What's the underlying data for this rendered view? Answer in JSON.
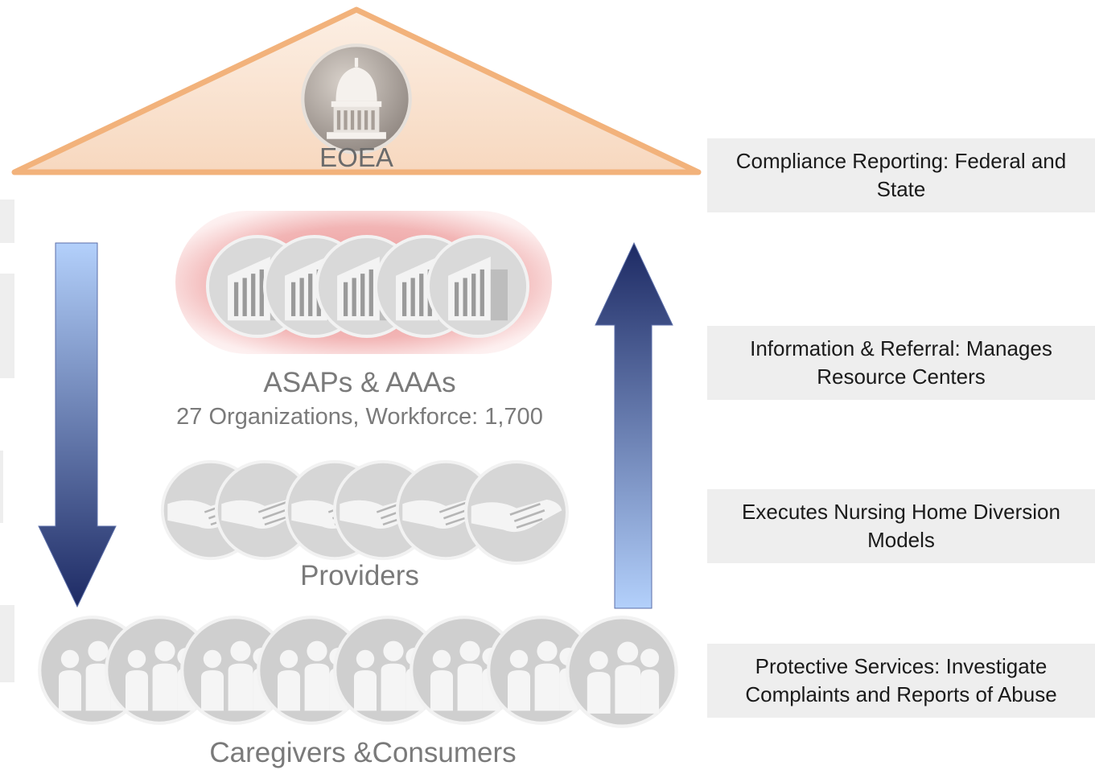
{
  "top": {
    "label": "EOEA",
    "icon": "capitol-dome-icon"
  },
  "tier2": {
    "title": "ASAPs & AAAs",
    "subtitle": "27 Organizations, Workforce: 1,700",
    "icon": "building-icon",
    "icon_count": 5
  },
  "tier3": {
    "title": "Providers",
    "icon": "handshake-icon",
    "icon_count": 6
  },
  "tier4": {
    "title": "Caregivers &Consumers",
    "icon": "people-group-icon",
    "icon_count": 8
  },
  "arrows": {
    "down_color": "#1f2e66",
    "up_color": "#1f2e66",
    "light_color": "#aecbf7"
  },
  "roof_colors": {
    "fill": "#fbe5d6",
    "stroke": "#f2b27b"
  },
  "side_boxes": [
    {
      "text": "Compliance Reporting: Federal and State"
    },
    {
      "text": "Information & Referral: Manages Resource Centers"
    },
    {
      "text": "Executes Nursing Home Diversion Models"
    },
    {
      "text": "Protective Services: Investigate Complaints and Reports of Abuse"
    }
  ]
}
